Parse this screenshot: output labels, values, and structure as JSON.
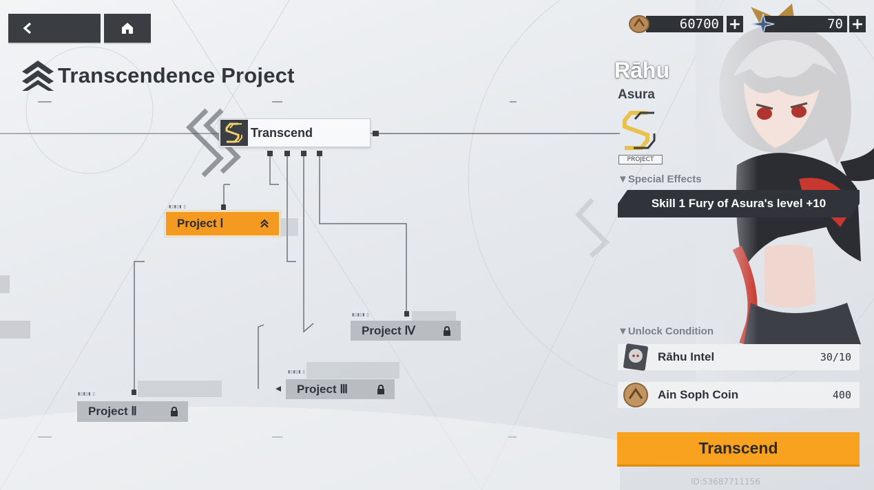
{
  "header": {
    "title": "Transcendence Project"
  },
  "currency": [
    {
      "icon": "ain-soph-coin-icon",
      "amount": "60700"
    },
    {
      "icon": "star-crystal-icon",
      "amount": "70"
    }
  ],
  "tree": {
    "root_label": "Transcend",
    "nodes": [
      {
        "label": "Project Ⅰ",
        "status": "active"
      },
      {
        "label": "Project Ⅱ",
        "status": "locked"
      },
      {
        "label": "Project Ⅲ",
        "status": "locked"
      },
      {
        "label": "Project Ⅳ",
        "status": "locked"
      }
    ]
  },
  "character": {
    "name": "Rāhu",
    "class": "Asura",
    "emblem_label": "PROJECT"
  },
  "special_effects": {
    "heading": "▼Special Effects",
    "effect": "Skill 1 Fury of Asura's level +10"
  },
  "unlock_condition": {
    "heading": "▼Unlock Condition",
    "items": [
      {
        "name": "Rāhu Intel",
        "value": "30/10"
      },
      {
        "name": "Ain Soph Coin",
        "value": "400"
      }
    ]
  },
  "action": {
    "label": "Transcend"
  },
  "footer": {
    "user_id": "ID:53687711156"
  },
  "colors": {
    "accent": "#f8a21f",
    "dark": "#30343a",
    "locked": "#b9bcc1"
  }
}
